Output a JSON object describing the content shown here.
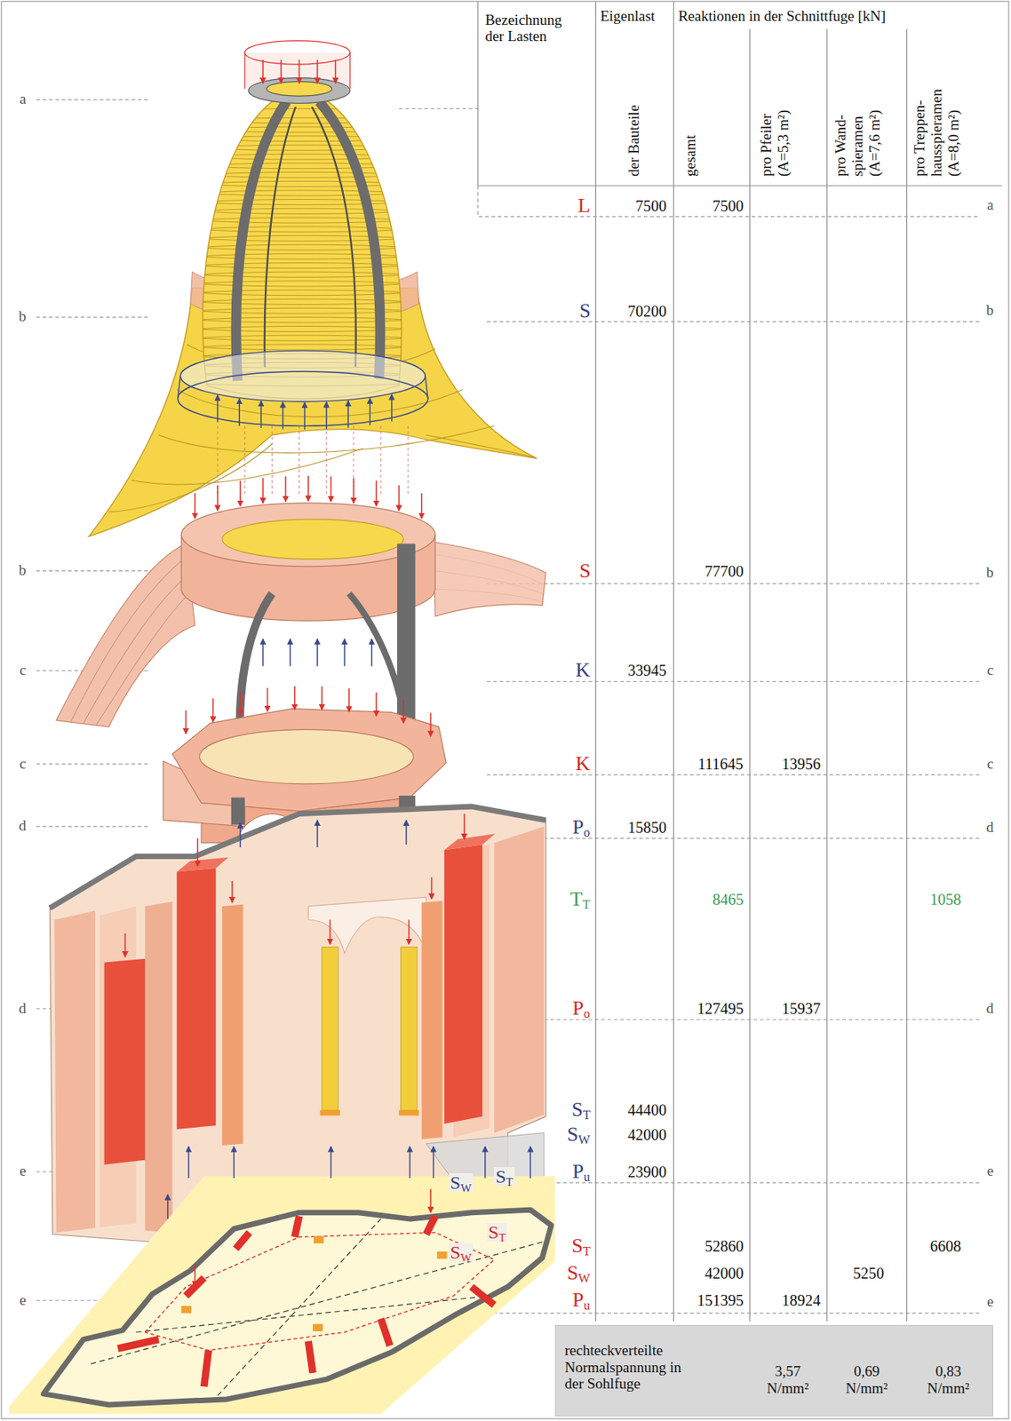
{
  "diagram": {
    "nodes": [
      {
        "text": [
          "rechteckverteilte Normalspannung in der Sohlfuge",
          "3,57 N/mm²",
          "0,69 N/mm²",
          "0,83 N/mm²"
        ]
      }
    ],
    "labels": [
      "Bezeichnung der Lasten",
      "Eigenlast",
      "der Bauteile",
      "Reaktionen in der Schnittfuge [kN]",
      "gesamt",
      "pro Pfeiler (A=5,3 m²)",
      "pro Wand-spieramen (A=7,6 m²)",
      "pro Treppen-hausspieramen (A=8,0 m²)",
      "a",
      "b",
      "b",
      "c",
      "c",
      "d",
      "d",
      "e",
      "e",
      "a",
      "b",
      "b",
      "c",
      "c",
      "d",
      "d",
      "e",
      "e",
      "L",
      "7500",
      "7500",
      "S",
      "70200",
      "S",
      "77700",
      "K",
      "33945",
      "K",
      "111645",
      "13956",
      "Po",
      "15850",
      "TT",
      "8465",
      "1058",
      "Po",
      "127495",
      "15937",
      "ST",
      "44400",
      "SW",
      "42000",
      "Pu",
      "23900",
      "ST",
      "52860",
      "6608",
      "SW",
      "42000",
      "5250",
      "Pu",
      "151395",
      "18924",
      "SW",
      "ST",
      "ST",
      "SW"
    ]
  }
}
